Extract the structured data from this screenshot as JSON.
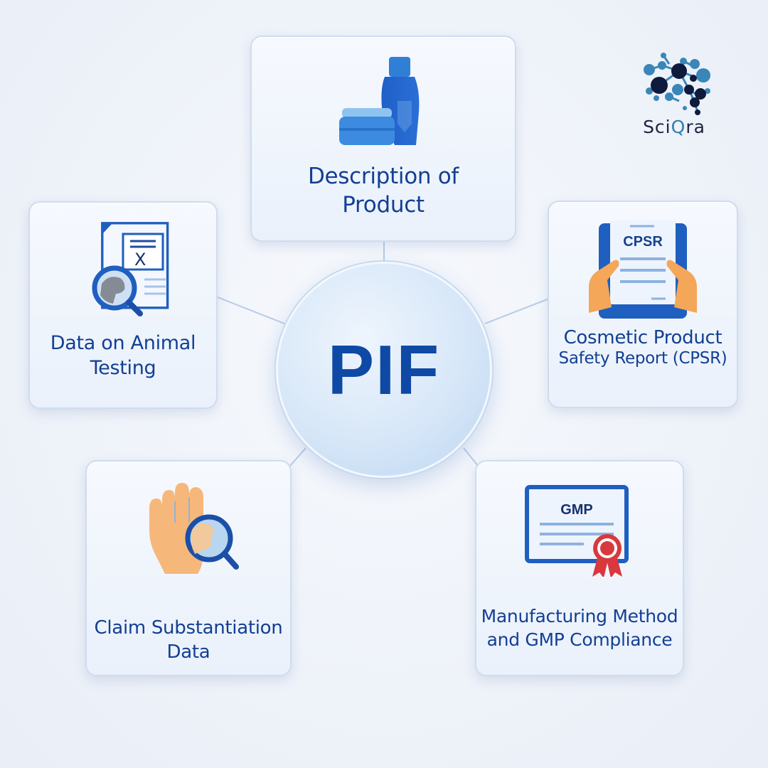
{
  "brand": {
    "name_prefix": "Sci",
    "name_accent": "Q",
    "name_suffix": "ra",
    "logo_icon": "brain-network-icon",
    "colors": {
      "dark": "#0f1a3c",
      "light": "#3a86b8"
    }
  },
  "hub": {
    "label": "PIF",
    "color": "#0e49a5"
  },
  "nodes": [
    {
      "id": "description",
      "label_line1": "Description of",
      "label_line2": "Product",
      "icon": "cosmetic-bottle-jar-icon"
    },
    {
      "id": "animal-testing",
      "label_line1": "Data on Animal",
      "label_line2": "Testing",
      "icon": "document-magnifier-animal-icon"
    },
    {
      "id": "cpsr",
      "label_line1": "Cosmetic Product",
      "label_line2": "Safety Report (CPSR)",
      "icon": "hands-holding-report-icon",
      "icon_text": "CPSR"
    },
    {
      "id": "claims",
      "label_line1": "Claim Substantiation",
      "label_line2": "Data",
      "icon": "hand-magnifier-icon"
    },
    {
      "id": "gmp",
      "label_line1": "Manufacturing Method",
      "label_line2": "and GMP Compliance",
      "icon": "certificate-ribbon-icon",
      "icon_text": "GMP"
    }
  ],
  "colors": {
    "text": "#123f94",
    "accent_blue": "#1f5fbf",
    "skin": "#f6b77a",
    "ribbon": "#d9383d",
    "connector": "#b7cbe6"
  }
}
